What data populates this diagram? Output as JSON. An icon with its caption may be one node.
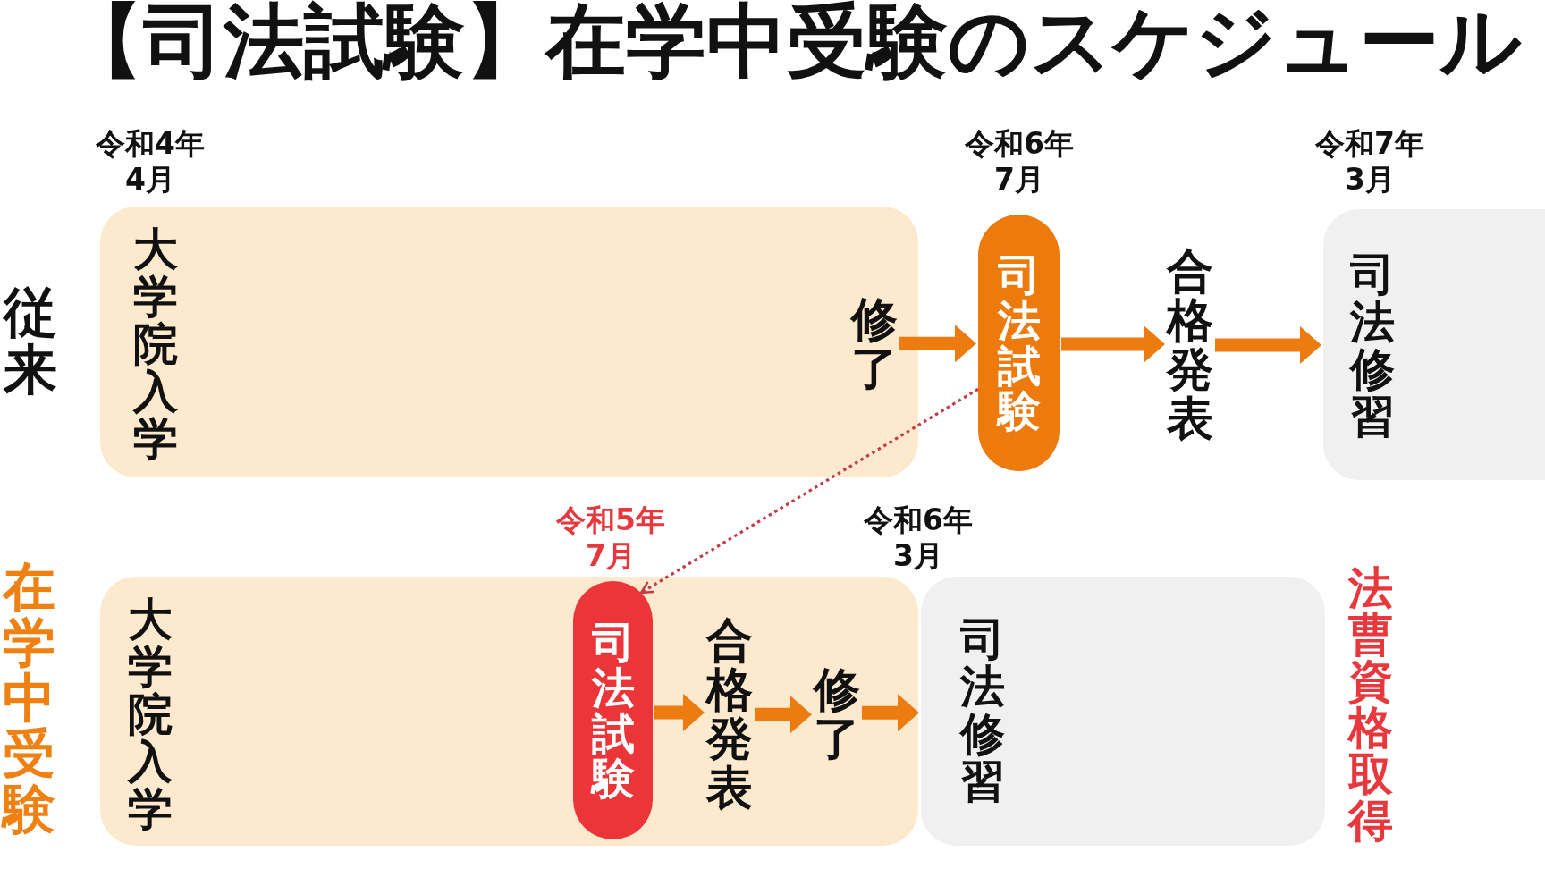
{
  "diagram": {
    "title": "【司法試験】在学中受験のスケジュール",
    "nodes": [
      {
        "text": [
          "大学院入学"
        ],
        "beside": [
          "令和4年4月"
        ]
      },
      {
        "text": [
          "修了"
        ],
        "in": 0
      },
      {
        "text": [
          "司法試験"
        ],
        "beside": [
          "令和6年7月"
        ]
      },
      {
        "text": [
          "合格発表"
        ]
      },
      {
        "text": [
          "司法修習"
        ],
        "beside": [
          "令和7年3月"
        ]
      },
      {
        "text": [
          "大学院入学"
        ]
      },
      {
        "text": [
          "司法試験"
        ],
        "in": 5,
        "beside": [
          "令和5年7月"
        ]
      },
      {
        "text": [
          "合格発表"
        ],
        "in": 5
      },
      {
        "text": [
          "修了"
        ],
        "in": 5
      },
      {
        "text": [
          "司法修習"
        ],
        "beside": [
          "令和6年3月"
        ]
      }
    ],
    "edges": [
      {
        "from": 1,
        "to": 2,
        "arrow": "to"
      },
      {
        "from": 2,
        "to": 3,
        "arrow": "to"
      },
      {
        "from": 3,
        "to": 4,
        "arrow": "to"
      },
      {
        "from": 2,
        "to": 6,
        "arrow": "to",
        "style": "dashed",
        "color": "#c43c48"
      },
      {
        "from": 6,
        "to": 7,
        "arrow": "to"
      },
      {
        "from": 7,
        "to": 8,
        "arrow": "to"
      },
      {
        "from": 8,
        "to": 9,
        "arrow": "to"
      }
    ],
    "labels": [
      "従来",
      "在学中受験",
      "法曹資格取得"
    ]
  }
}
